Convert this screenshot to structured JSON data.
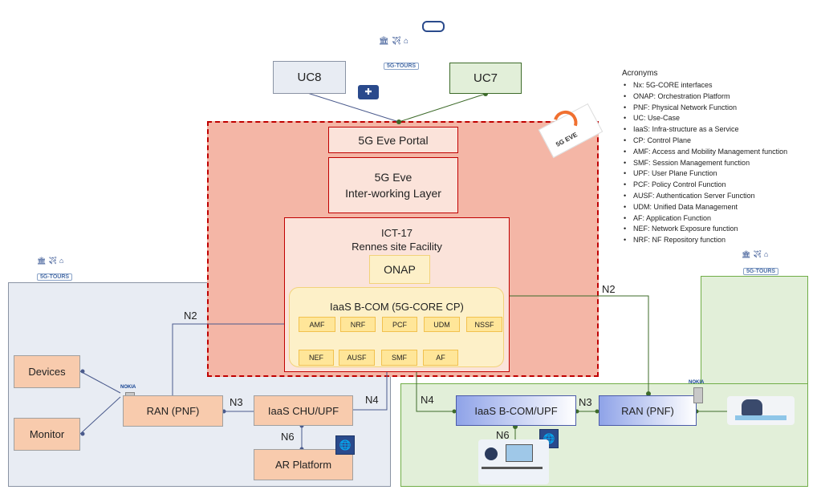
{
  "uc8": "UC8",
  "uc7": "UC7",
  "portal": "5G Eve Portal",
  "interworking": {
    "line1": "5G Eve",
    "line2": "Inter-working Layer"
  },
  "ict": {
    "line1": "ICT-17",
    "line2": "Rennes site Facility"
  },
  "onap": "ONAP",
  "iaas_cp": "IaaS B-COM (5G-CORE CP)",
  "nfs_top": [
    "AMF",
    "NRF",
    "PCF",
    "UDM",
    "NSSF"
  ],
  "nfs_bottom": [
    "NEF",
    "AUSF",
    "SMF",
    "AF"
  ],
  "left": {
    "devices": "Devices",
    "monitor": "Monitor",
    "ran": "RAN (PNF)",
    "iaas_upf": "IaaS CHU/UPF",
    "ar": "AR Platform"
  },
  "right": {
    "iaas_upf": "IaaS B-COM/UPF",
    "ran": "RAN (PNF)"
  },
  "interfaces": {
    "n2_left": "N2",
    "n2_right": "N2",
    "n3_left": "N3",
    "n3_right": "N3",
    "n4_left": "N4",
    "n4_right": "N4",
    "n6_left": "N6",
    "n6_right": "N6"
  },
  "logos": {
    "tours": "5G-TOURS",
    "eve": "5G EVE",
    "nokia": "NOKIA"
  },
  "acronyms": {
    "title": "Acronyms",
    "items": [
      "Nx: 5G-CORE interfaces",
      "ONAP: Orchestration Platform",
      "PNF: Physical Network Function",
      "UC: Use-Case",
      "IaaS: Infra-structure as a Service",
      "CP: Control Plane",
      "AMF: Access and Mobility Management function",
      "SMF: Session Management function",
      "UPF: User Plane Function",
      "PCF: Policy Control Function",
      "AUSF: Authentication Server Function",
      "UDM: Unified Data Management",
      "AF: Application Function",
      "NEF: Network Exposure function",
      "NRF: NF Repository function"
    ]
  },
  "colors": {
    "eve_zone": "#f4b6a6",
    "eve_border": "#c00000",
    "left_zone": "#e8ecf3",
    "right_zone": "#e2efd9",
    "right_border": "#70ad47",
    "line_blue": "#4a5a8c",
    "line_green": "#3d6b2a"
  }
}
